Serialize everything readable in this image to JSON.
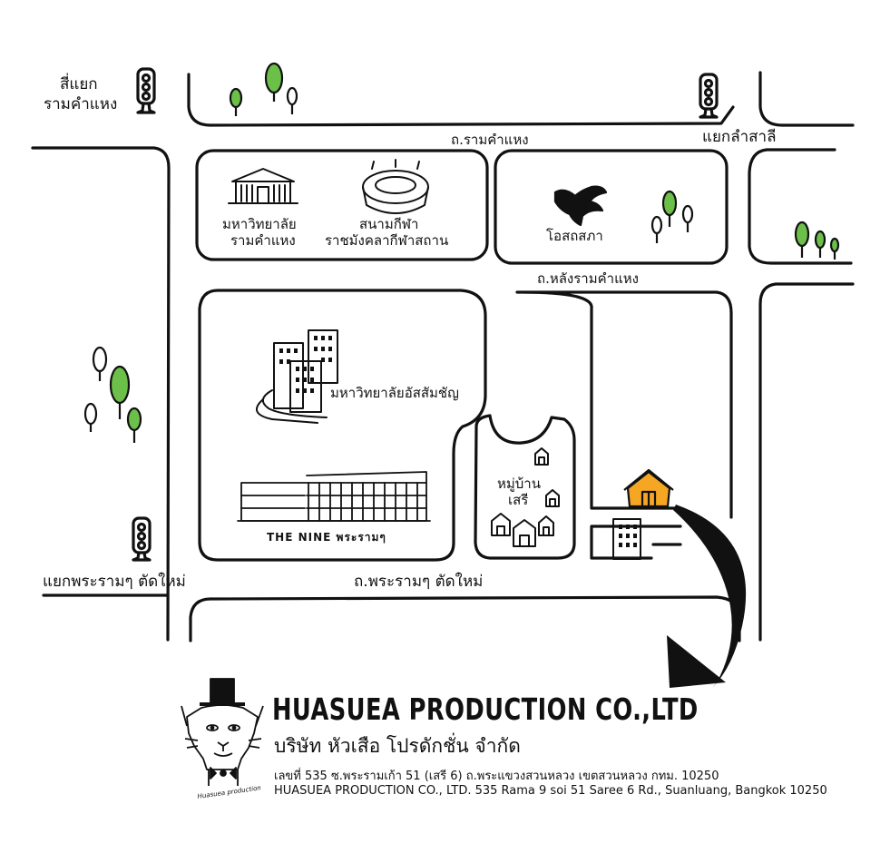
{
  "map": {
    "labels": {
      "intersection_ramkhamhaeng_line1": "สี่แยก",
      "intersection_ramkhamhaeng_line2": "รามคำแหง",
      "road_ramkhamhaeng": "ถ.รามคำแหง",
      "intersection_lam_salee": "แยกลำสาลี",
      "ramkhamhaeng_univ_line1": "มหาวิทยาลัย",
      "ramkhamhaeng_univ_line2": "รามคำแหง",
      "stadium_line1": "สนามกีฬา",
      "stadium_line2": "ราชมังคลากีฬาสถาน",
      "parliament": "โอสถสภา",
      "road_lang_ramkhamhaeng": "ถ.หลังรามคำแหง",
      "assumption_univ": "มหาวิทยาลัยอัสสัมชัญ",
      "village_line1": "หมู่บ้าน",
      "village_line2": "เสรี",
      "the_nine": "THE NINE พระรามๆ",
      "intersection_rama9": "แยกพระรามๆ ตัดใหม่",
      "road_rama9": "ถ.พระรามๆ ตัดใหม่"
    },
    "colors": {
      "tree_green": "#6cc04a",
      "house_orange": "#f5a623",
      "ink": "#111111"
    }
  },
  "company": {
    "name_en": "HUASUEA PRODUCTION CO.,LTD",
    "name_th": "บริษัท หัวเสือ โปรดักชั่น จำกัด",
    "address_th": "เลขที่ 535 ซ.พระรามเก้า 51 (เสรี 6) ถ.พระแขวงสวนหลวง เขตสวนหลวง กทม. 10250",
    "address_en": "HUASUEA PRODUCTION CO., LTD. 535 Rama 9 soi 51 Saree 6 Rd., Suanluang, Bangkok 10250",
    "logo_signature": "Huasuea production"
  }
}
